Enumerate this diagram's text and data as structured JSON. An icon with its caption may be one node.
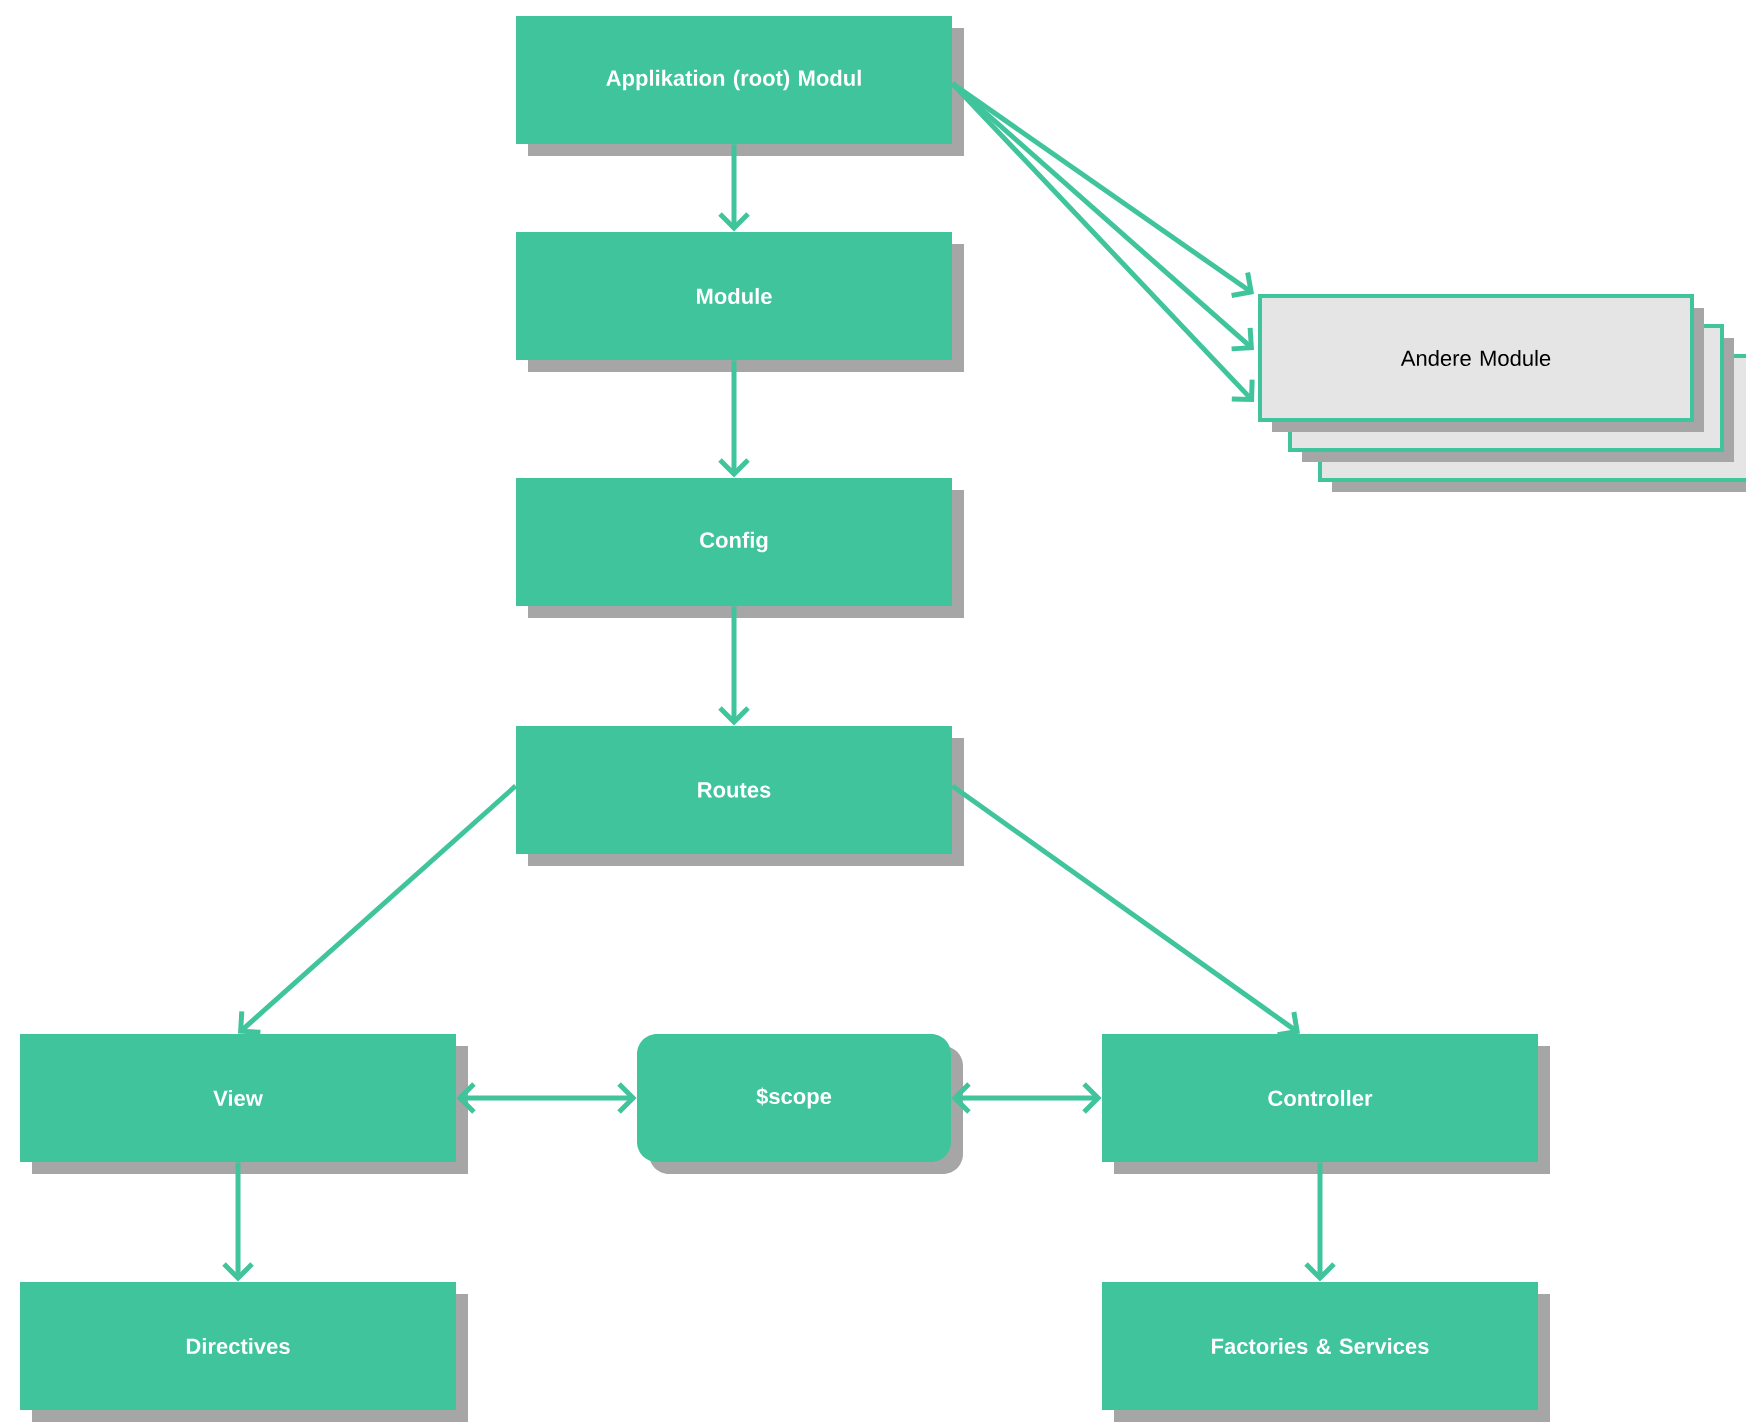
{
  "diagram": {
    "nodes": [
      {
        "text": [
          "Applikation (root) Modul"
        ]
      },
      {
        "text": [
          "Module"
        ]
      },
      {
        "text": [
          "Config"
        ]
      },
      {
        "text": [
          "Routes"
        ]
      },
      {
        "text": [
          "View"
        ]
      },
      {
        "text": [
          "$scope"
        ]
      },
      {
        "text": [
          "Controller"
        ]
      },
      {
        "text": [
          "Directives"
        ]
      },
      {
        "text": [
          "Factories & Services"
        ]
      },
      {
        "text": [
          "Andere Module"
        ]
      }
    ],
    "edges": [
      {
        "from": 0,
        "to": 1,
        "arrow": "to"
      },
      {
        "from": 1,
        "to": 2,
        "arrow": "to"
      },
      {
        "from": 2,
        "to": 3,
        "arrow": "to"
      },
      {
        "from": 3,
        "to": 4,
        "arrow": "to"
      },
      {
        "from": 3,
        "to": 6,
        "arrow": "to"
      },
      {
        "from": 4,
        "to": 5,
        "arrow": "both"
      },
      {
        "from": 5,
        "to": 6,
        "arrow": "both"
      },
      {
        "from": 4,
        "to": 7,
        "arrow": "to"
      },
      {
        "from": 6,
        "to": 8,
        "arrow": "to"
      },
      {
        "from": 0,
        "to": 9,
        "arrow": "to"
      },
      {
        "from": 0,
        "to": 9,
        "arrow": "to"
      },
      {
        "from": 0,
        "to": 9,
        "arrow": "to"
      }
    ]
  }
}
